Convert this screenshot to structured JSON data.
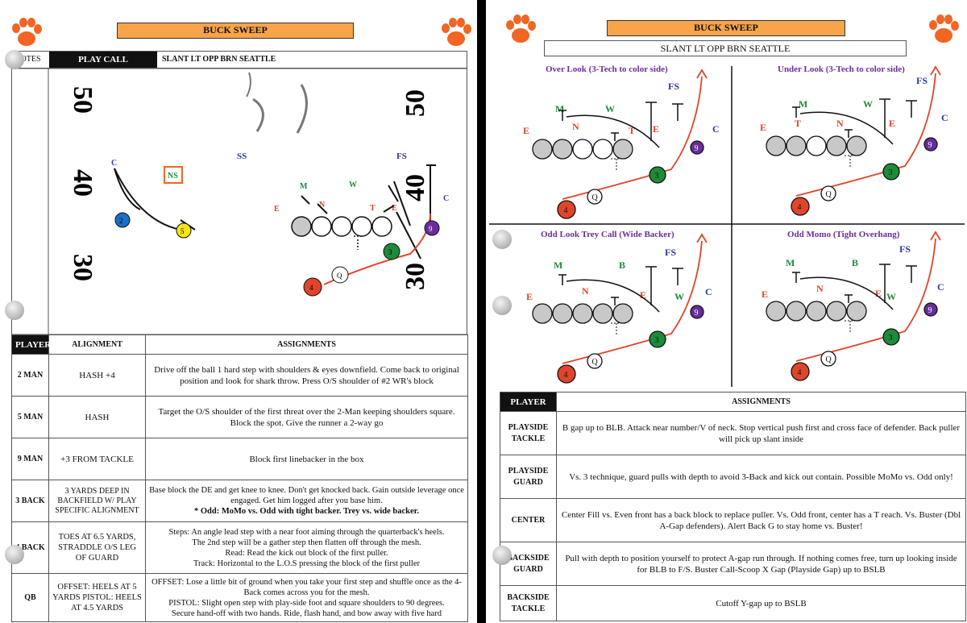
{
  "left": {
    "banner": "BUCK SWEEP",
    "header": {
      "notes": "OTES",
      "play_call": "PLAY CALL",
      "call": "SLANT LT OPP BRN SEATTLE"
    },
    "field": {
      "yard_50": "50",
      "yard_40": "40",
      "yard_30": "30"
    },
    "defense": {
      "ss": "SS",
      "fs": "FS",
      "ns": "NS",
      "m": "M",
      "w": "W",
      "e": "E",
      "n": "N",
      "t": "T",
      "e2": "E",
      "c": "C",
      "c_left": "C"
    },
    "offense": {
      "two": "2",
      "five": "5",
      "nine": "9",
      "three": "3",
      "q": "Q",
      "four": "4"
    },
    "table": {
      "headers": {
        "player": "PLAYER",
        "alignment": "ALIGNMENT",
        "assignments": "ASSIGNMENTS"
      },
      "rows": [
        {
          "player": "2 MAN",
          "alignment": "HASH +4",
          "assignment": "Drive off the ball 1 hard step with shoulders & eyes downfield. Come back to original position and look for shark throw. Press O/S shoulder of #2 WR's block"
        },
        {
          "player": "5 MAN",
          "alignment": "HASH",
          "assignment": "Target the O/S shoulder of the first threat over the 2-Man keeping shoulders square. Block the spot. Give the runner a 2-way go"
        },
        {
          "player": "9 MAN",
          "alignment": "+3 FROM TACKLE",
          "assignment": "Block first linebacker in the box"
        },
        {
          "player": "3 BACK",
          "alignment": "3 YARDS DEEP IN BACKFIELD W/ PLAY SPECIFIC ALIGNMENT",
          "assignment": "Base block the DE and get knee to knee. Don't get knocked back. Gain outside leverage once engaged. Get him logged after you base him.",
          "note": "* Odd: MoMo vs. Odd with tight backer. Trey vs. wide backer."
        },
        {
          "player": "4 BACK",
          "alignment": "TOES AT 6.5 YARDS, STRADDLE O/S LEG OF GUARD",
          "assignment_lines": [
            "Steps: An angle lead step with a near foot aiming through the quarterback's heels.",
            "The 2nd step will be a gather step then flatten off through the mesh.",
            "Read: Read the kick out block of the first puller.",
            "Track: Horizontal to the L.O.S pressing the block of the first puller"
          ]
        },
        {
          "player": "QB",
          "alignment": "OFFSET: HEELS AT 5 YARDS PISTOL: HEELS AT 4.5 YARDS",
          "assignment_lines": [
            "OFFSET: Lose a little bit of ground when you take your first step and shuffle once as the 4-Back comes across you for the mesh.",
            "PISTOL: Slight open step with play-side foot and square shoulders to 90 degrees.",
            "Secure hand-off with two hands. Ride, flash hand, and bow away with five hard"
          ]
        }
      ]
    }
  },
  "right": {
    "banner": "BUCK SWEEP",
    "subtitle": "SLANT LT OPP BRN SEATTLE",
    "diagrams": [
      {
        "title": "Over Look (3-Tech to color side)",
        "labels": {
          "fs": "FS",
          "m": "M",
          "w": "W",
          "e": "E",
          "n": "N",
          "t": "T",
          "e2": "E",
          "c": "C"
        }
      },
      {
        "title": "Under Look (3-Tech to color side)",
        "labels": {
          "fs": "FS",
          "m": "M",
          "w": "W",
          "e": "E",
          "t": "T",
          "n": "N",
          "e2": "E",
          "c": "C"
        }
      },
      {
        "title": "Odd Look Trey Call (Wide Backer)",
        "labels": {
          "fs": "FS",
          "m": "M",
          "b": "B",
          "e": "E",
          "n": "N",
          "e2": "E",
          "w": "W",
          "c": "C"
        }
      },
      {
        "title": "Odd Momo (Tight Overhang)",
        "labels": {
          "fs": "FS",
          "m": "M",
          "b": "B",
          "e": "E",
          "n": "N",
          "e2": "E",
          "w": "W",
          "c": "C"
        }
      }
    ],
    "offense_marks": {
      "nine": "9",
      "three": "3",
      "q": "Q",
      "four": "4"
    },
    "table": {
      "headers": {
        "player": "PLAYER",
        "assignments": "ASSIGNMENTS"
      },
      "rows": [
        {
          "player": "PLAYSIDE TACKLE",
          "assignment": "B gap up to BLB. Attack near number/V of neck. Stop vertical push first and cross face of defender. Back puller will pick up slant inside"
        },
        {
          "player": "PLAYSIDE GUARD",
          "assignment": "Vs. 3 technique, guard pulls with depth to avoid 3-Back and kick out contain. Possible MoMo vs. Odd only!"
        },
        {
          "player": "CENTER",
          "assignment": "Center Fill vs. Even front has a back block to replace puller. Vs. Odd front, center has a T reach. Vs. Buster (Dbl A-Gap defenders). Alert Back G to stay home vs. Buster!"
        },
        {
          "player": "BACKSIDE GUARD",
          "assignment": "Pull with depth to position yourself to protect A-gap run through. If nothing comes free, turn up looking inside for BLB to F/S. Buster Call-Scoop X Gap (Playside Gap) up to BSLB"
        },
        {
          "player": "BACKSIDE TACKLE",
          "assignment": "Cutoff Y-gap up to BSLB"
        }
      ]
    }
  },
  "colors": {
    "orange": "#f7a44a",
    "paw": "#f26522",
    "blue": "#2b3a9c",
    "green": "#1e8a3a",
    "red": "#e0452b",
    "purple": "#6a2d9e",
    "gray": "#c8c8c8"
  }
}
